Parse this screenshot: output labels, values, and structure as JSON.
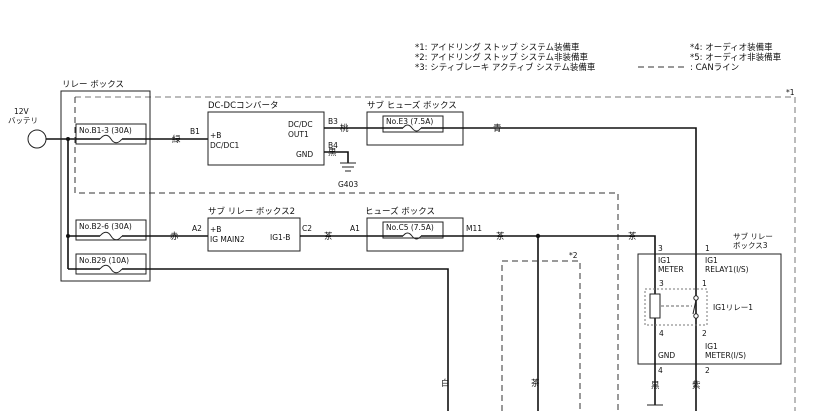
{
  "notes": {
    "n1": "*1: アイドリング ストップ システム装備車",
    "n2": "*2: アイドリング ストップ システム非装備車",
    "n3": "*3: シティブレーキ アクティブ システム装備車",
    "n4": "*4: オーディオ装備車",
    "n5": "*5: オーディオ非装備車",
    "can": ": CANライン",
    "mark1": "*1",
    "mark2": "*2"
  },
  "battery": {
    "line1": "12V",
    "line2": "バッテリ"
  },
  "relay_box": {
    "title": "リレー ボックス",
    "fuses": [
      "No.B1-3 (30A)",
      "No.B2-6 (30A)",
      "No.B29 (10A)"
    ]
  },
  "dcdc": {
    "title": "DC-DCコンバータ",
    "pin_in": "B1",
    "in_label1": "+B",
    "in_label2": "DC/DC1",
    "out_label1": "DC/DC",
    "out_label2": "OUT1",
    "gnd_label": "GND",
    "pin_out": "B3",
    "pin_gnd": "B4"
  },
  "sub_fuse_box": {
    "title": "サブ ヒューズ ボックス",
    "fuse": "No.E3 (7.5A)"
  },
  "sub_relay_box2": {
    "title": "サブ リレー ボックス2",
    "pin_in": "A2",
    "in_label1": "+B",
    "in_label2": "IG MAIN2",
    "out_label": "IG1-B",
    "pin_out": "C2"
  },
  "fuse_box": {
    "title": "ヒューズ ボックス",
    "pin_in": "A1",
    "fuse": "No.C5 (7.5A)",
    "pin_out": "M11"
  },
  "sub_relay_box3": {
    "title1": "サブ リレー",
    "title2": "ボックス3",
    "pin3": "3",
    "pin1": "1",
    "pin4": "4",
    "pin2": "2",
    "lbl_ig1": "IG1",
    "lbl_meter": "METER",
    "lbl_relay1": "RELAY1(I/S)",
    "relay_name": "IG1リレー1",
    "lbl_gnd": "GND",
    "lbl_meter_is": "METER(I/S)",
    "inner3": "3",
    "inner1": "1",
    "inner4": "4",
    "inner2": "2"
  },
  "ground": {
    "label": "G403"
  },
  "wire_colors": {
    "green": "緑",
    "pink": "桃",
    "black": "黒",
    "blue": "青",
    "red": "赤",
    "brown": "茶",
    "white": "白",
    "purple": "紫"
  }
}
